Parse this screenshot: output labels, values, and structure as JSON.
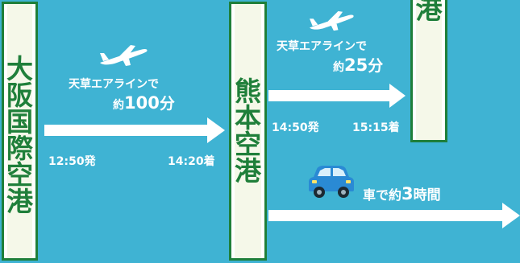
{
  "airports": {
    "osaka": {
      "name": [
        "大",
        "阪",
        "国",
        "際",
        "空",
        "港"
      ]
    },
    "kumamoto": {
      "name": [
        "熊",
        "本",
        "空",
        "港"
      ]
    },
    "amakusa": {
      "name": [
        "港"
      ]
    }
  },
  "routes": {
    "osaka_kumamoto": {
      "carrier": "天草エアラインで",
      "duration_prefix": "約",
      "duration_value": "100",
      "duration_unit": "分",
      "depart": "12:50発",
      "arrive": "14:20着"
    },
    "kumamoto_amakusa": {
      "carrier": "天草エアラインで",
      "duration_prefix": "約",
      "duration_value": "25",
      "duration_unit": "分",
      "depart": "14:50発",
      "arrive": "15:15着"
    },
    "car": {
      "mode": "車で",
      "duration_prefix": "約",
      "duration_value": "3",
      "duration_unit": "時間"
    }
  },
  "icons": {
    "plane_1": "airplane-icon",
    "plane_2": "airplane-icon",
    "car": "car-icon"
  },
  "colors": {
    "background": "#3fb3d3",
    "box_border": "#1f7f3a",
    "box_text": "#1f7f3a",
    "car": "#2a8ad4"
  }
}
